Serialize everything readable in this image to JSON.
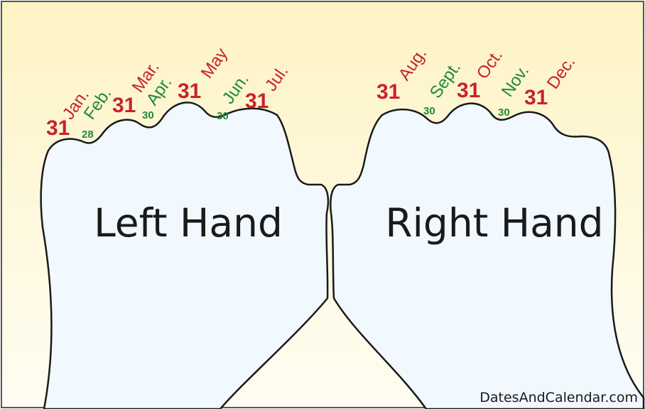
{
  "colors": {
    "long_month": "#c8232b",
    "short_month": "#1f8a3c",
    "background_top": "#fdf3c4",
    "background_bottom": "#fffdf3",
    "hand_top": "#78bde8",
    "hand_bottom": "#f1f8fe",
    "outline": "#1a1a1a"
  },
  "left_hand": {
    "label": "Left Hand",
    "months": [
      {
        "name": "Jan.",
        "days": "31",
        "type": "long"
      },
      {
        "name": "Feb.",
        "days": "28",
        "type": "short"
      },
      {
        "name": "Mar.",
        "days": "31",
        "type": "long"
      },
      {
        "name": "Apr.",
        "days": "30",
        "type": "short"
      },
      {
        "name": "May",
        "days": "31",
        "type": "long"
      },
      {
        "name": "Jun.",
        "days": "30",
        "type": "short"
      },
      {
        "name": "Jul.",
        "days": "31",
        "type": "long"
      }
    ]
  },
  "right_hand": {
    "label": "Right Hand",
    "months": [
      {
        "name": "Aug.",
        "days": "31",
        "type": "long"
      },
      {
        "name": "Sept.",
        "days": "30",
        "type": "short"
      },
      {
        "name": "Oct.",
        "days": "31",
        "type": "long"
      },
      {
        "name": "Nov.",
        "days": "30",
        "type": "short"
      },
      {
        "name": "Dec.",
        "days": "31",
        "type": "long"
      }
    ]
  },
  "credit": "DatesAndCalendar.com"
}
